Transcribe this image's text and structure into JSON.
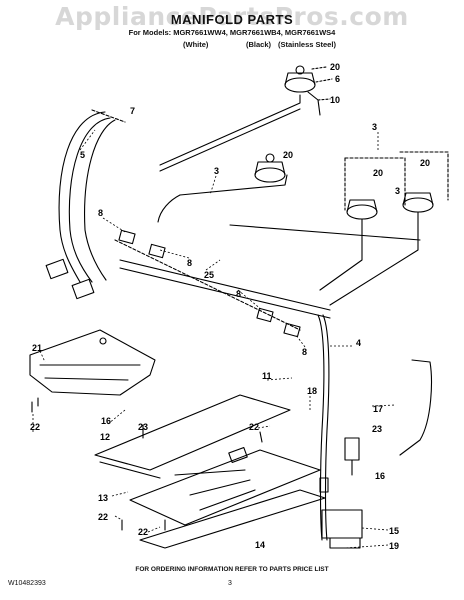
{
  "header": {
    "watermark": "AppliancePartsPros.com",
    "title": "MANIFOLD PARTS",
    "models": "For Models: MGR7661WW4, MGR7661WB4, MGR7661WS4",
    "finishes": [
      "(White)",
      "(Black)",
      "(Stainless Steel)"
    ]
  },
  "callouts": [
    "20",
    "6",
    "10",
    "7",
    "5",
    "3",
    "20",
    "3",
    "20",
    "20",
    "3",
    "8",
    "8",
    "25",
    "8",
    "21",
    "8",
    "4",
    "11",
    "18",
    "16",
    "23",
    "22",
    "22",
    "17",
    "12",
    "23",
    "16",
    "13",
    "22",
    "15",
    "22",
    "14",
    "19"
  ],
  "footer": {
    "notice": "FOR ORDERING INFORMATION REFER TO PARTS PRICE LIST",
    "doc_number": "W10482393",
    "page_number": "3"
  }
}
